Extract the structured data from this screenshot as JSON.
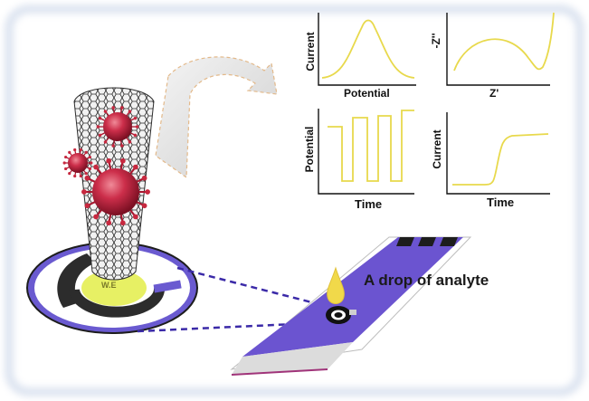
{
  "labels": {
    "analyte": "A drop of analyte",
    "electrode_center": "W.E"
  },
  "plots": [
    {
      "id": "dpv",
      "xlabel": "Potential",
      "ylabel": "Current"
    },
    {
      "id": "eis",
      "xlabel": "Z'",
      "ylabel": "-Z''"
    },
    {
      "id": "swv",
      "xlabel": "Time",
      "ylabel": "Potential"
    },
    {
      "id": "amperometry",
      "xlabel": "Time",
      "ylabel": "Current"
    }
  ],
  "colors": {
    "curve": "#e8d94c",
    "electrode_ring": "#6a5ad0",
    "strip": "#6b54d0",
    "working_electrode": "#e7f064",
    "virus": "#b81f3c",
    "nanotube": "#2c2c2c",
    "dash_line": "#3b2aa8",
    "frame_glow": "#9fb4d6"
  }
}
